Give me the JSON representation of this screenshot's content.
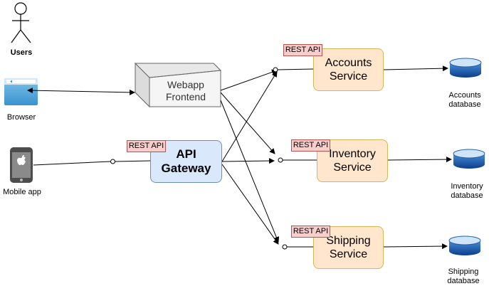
{
  "actors": {
    "users": "Users",
    "browser": "Browser",
    "mobile_app": "Mobile app"
  },
  "webapp": {
    "line1": "Webapp",
    "line2": "Frontend"
  },
  "gateway": {
    "line1": "API",
    "line2": "Gateway",
    "rest_tag": "REST API"
  },
  "services": {
    "accounts": {
      "line1": "Accounts",
      "line2": "Service",
      "rest_tag": "REST API"
    },
    "inventory": {
      "line1": "Inventory",
      "line2": "Service",
      "rest_tag": "REST API"
    },
    "shipping": {
      "line1": "Shipping",
      "line2": "Service",
      "rest_tag": "REST API"
    }
  },
  "databases": {
    "accounts": {
      "line1": "Accounts",
      "line2": "database"
    },
    "inventory": {
      "line1": "Inventory",
      "line2": "database"
    },
    "shipping": {
      "line1": "Shipping",
      "line2": "database"
    }
  },
  "colors": {
    "service_fill": "#ffe6cc",
    "service_stroke": "#d6b656",
    "gateway_fill": "#dae8fc",
    "gateway_stroke": "#6c8ebf",
    "rest_fill": "#f8cecc",
    "rest_stroke": "#b85450",
    "db_color": "#1f5faa"
  }
}
